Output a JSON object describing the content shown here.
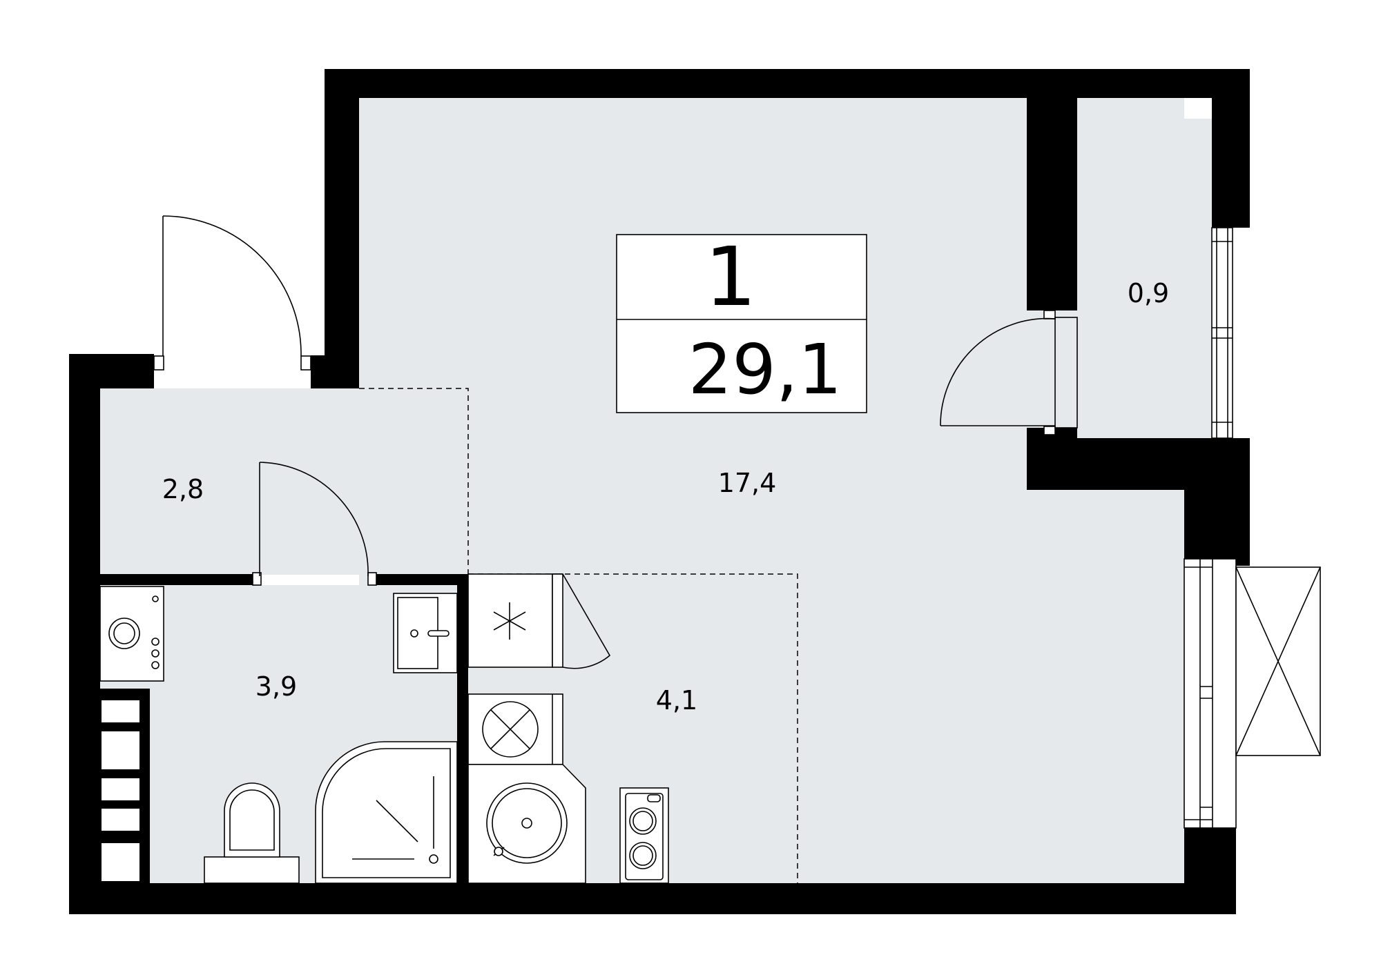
{
  "plan": {
    "rooms_count": "1",
    "total_area": "29,1",
    "rooms": [
      {
        "id": "living",
        "area": "17,4"
      },
      {
        "id": "balcony",
        "area": "0,9"
      },
      {
        "id": "hall",
        "area": "2,8"
      },
      {
        "id": "bathroom",
        "area": "3,9"
      },
      {
        "id": "kitchen",
        "area": "4,1"
      }
    ]
  },
  "colors": {
    "floor": "#e6e9ec",
    "wall": "#000000"
  }
}
